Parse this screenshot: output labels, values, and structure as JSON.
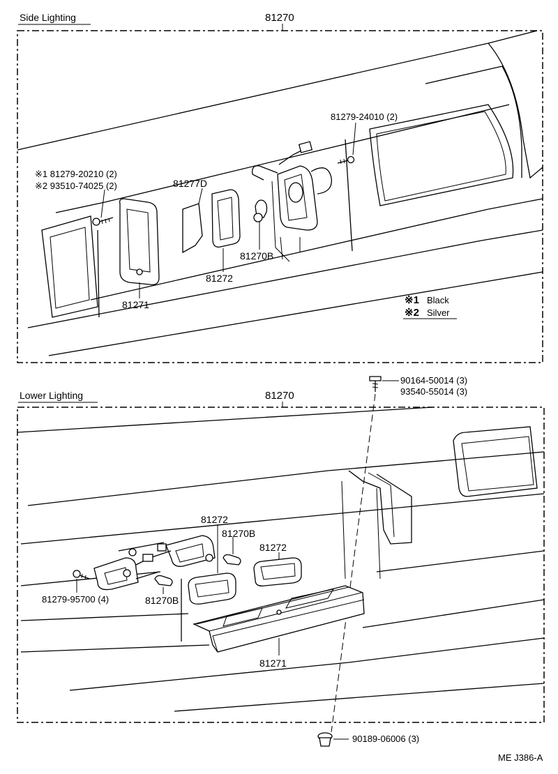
{
  "side": {
    "title": "Side Lighting",
    "assembly": "81270",
    "labels": {
      "p81279_24010": "81279-24010 (2)",
      "p81279_20210": "※1 81279-20210 (2)",
      "p93510_74025": "※2 93510-74025 (2)",
      "p81277D": "81277D",
      "p81270B": "81270B",
      "p81272": "81272",
      "p81271": "81271"
    },
    "legend": {
      "mark1": "※1",
      "text1": "Black",
      "mark2": "※2",
      "text2": "Silver"
    }
  },
  "lower": {
    "title": "Lower Lighting",
    "assembly": "81270",
    "labels": {
      "p90164": "90164-50014 (3)",
      "p93540": "93540-55014 (3)",
      "p81272a": "81272",
      "p81270Ba": "81270B",
      "p81272b": "81272",
      "p81279_95700": "81279-95700 (4)",
      "p81270Bb": "81270B",
      "p81271": "81271",
      "p90189": "90189-06006 (3)"
    }
  },
  "footer_code": "ME J386-A"
}
